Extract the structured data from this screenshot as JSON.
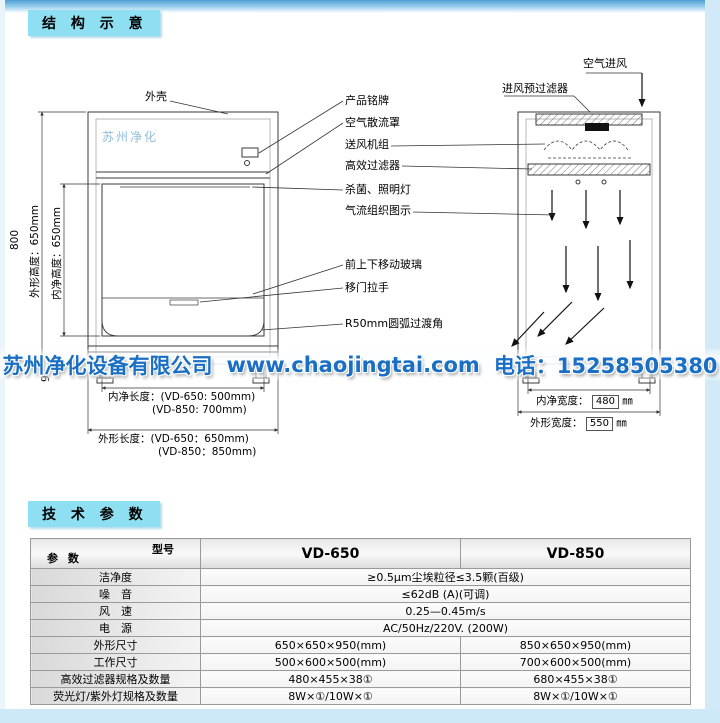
{
  "page": {
    "section_structure_title": "结 构 示 意",
    "section_specs_title": "技 术 参 数"
  },
  "banner": {
    "company": "苏州净化设备有限公司",
    "website": "www.chaojingtai.com",
    "phone": "电话：15258505380"
  },
  "diagram": {
    "brand_watermark": "苏州净化",
    "labels": {
      "shell": "外壳",
      "nameplate": "产品铭牌",
      "diffuser": "空气散流罩",
      "fan_unit": "送风机组",
      "hepa_filter": "高效过滤器",
      "uv_lamp": "杀菌、照明灯",
      "airflow_diagram": "气流组织图示",
      "moving_glass": "前上下移动玻璃",
      "door_handle": "移门拉手",
      "arc_corner": "R50mm圆弧过渡角",
      "air_inlet": "空气进风",
      "prefilter": "进风预过滤器"
    },
    "dimensions": {
      "outer_height": "外形高度：650mm",
      "inner_height": "内净高度：650mm",
      "dim_800": "800",
      "dim_90": "90",
      "inner_length_line1": "内净长度：(VD-650: 500mm)",
      "inner_length_line2": "(VD-850: 700mm)",
      "outer_length_line1": "外形长度：(VD-650：650mm)",
      "outer_length_line2": "(VD-850：850mm)",
      "inner_width_label": "内净宽度：",
      "inner_width_value": "480",
      "inner_width_unit": "㎜",
      "outer_width_label": "外形宽度：",
      "outer_width_value": "550",
      "outer_width_unit": "㎜"
    }
  },
  "specs_table": {
    "corner_model": "型号",
    "corner_param": "参 数",
    "model_650": "VD-650",
    "model_850": "VD-850",
    "rows": [
      {
        "label": "洁净度",
        "value": "≥0.5μm尘埃粒径≤3.5颗(百级)"
      },
      {
        "label": "噪　音",
        "value": "≤62dB (A)(可调)"
      },
      {
        "label": "风　速",
        "value": "0.25—0.45m/s"
      },
      {
        "label": "电　源",
        "value": "AC/50Hz/220V. (200W)"
      },
      {
        "label": "外形尺寸",
        "v650": "650×650×950(mm)",
        "v850": "850×650×950(mm)"
      },
      {
        "label": "工作尺寸",
        "v650": "500×600×500(mm)",
        "v850": "700×600×500(mm)"
      },
      {
        "label": "高效过滤器规格及数量",
        "v650": "480×455×38①",
        "v850": "680×455×38①"
      },
      {
        "label": "荧光灯/紫外灯规格及数量",
        "v650": "8W×①/10W×①",
        "v850": "8W×①/10W×①"
      }
    ]
  }
}
